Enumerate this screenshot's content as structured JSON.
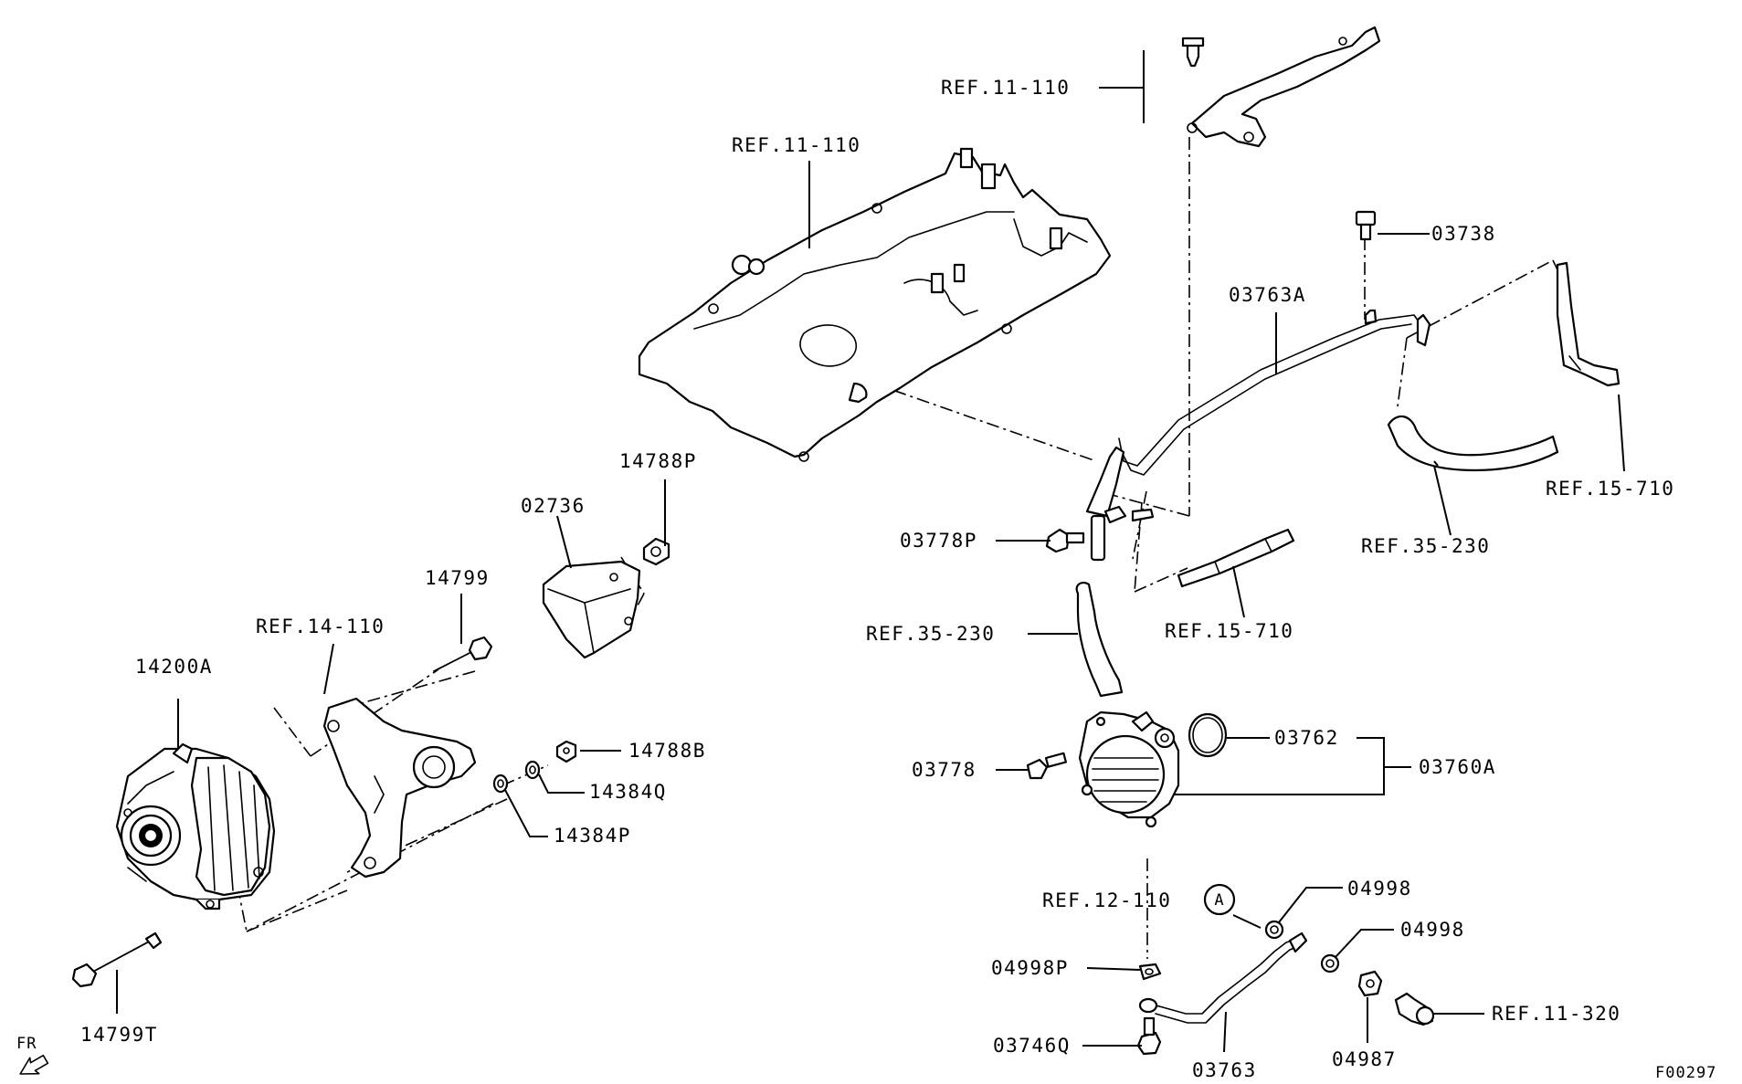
{
  "diagram_id": "F00297",
  "front_marker": "FR",
  "callout_marker": "A",
  "labels": {
    "ref_11_110_bracket": "REF.11-110",
    "ref_11_110_cover": "REF.11-110",
    "p03738": "03738",
    "p03763A": "03763A",
    "ref_15_710_right": "REF.15-710",
    "ref_35_230_right": "REF.35-230",
    "p14788P": "14788P",
    "p02736": "02736",
    "p03778P": "03778P",
    "ref_15_710_mid": "REF.15-710",
    "ref_35_230_left": "REF.35-230",
    "p14799": "14799",
    "ref_14_110": "REF.14-110",
    "p14200A": "14200A",
    "p14788B": "14788B",
    "p14384Q": "14384Q",
    "p14384P": "14384P",
    "p03762": "03762",
    "p03760A": "03760A",
    "p03778": "03778",
    "ref_12_110": "REF.12-110",
    "p04998_upper": "04998",
    "p04998_lower": "04998",
    "p04998P": "04998P",
    "ref_11_320": "REF.11-320",
    "p03746Q": "03746Q",
    "p03763": "03763",
    "p04987": "04987",
    "p14799T": "14799T"
  }
}
